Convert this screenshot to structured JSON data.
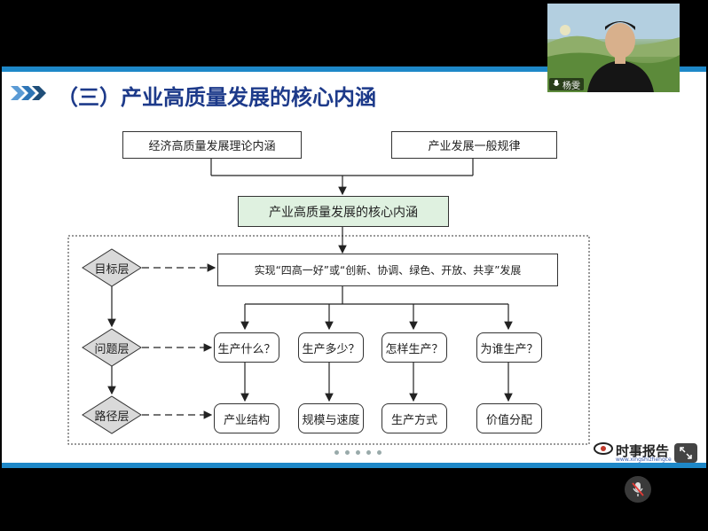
{
  "slide": {
    "title": "（三）产业高质量发展的核心内涵",
    "top_boxes": [
      "经济高质量发展理论内涵",
      "产业发展一般规律"
    ],
    "core_box": "产业高质量发展的核心内涵",
    "levels": [
      "目标层",
      "问题层",
      "路径层"
    ],
    "goal": "实现“四高一好”或“创新、协调、绿色、开放、共享”发展",
    "questions": [
      "生产什么？",
      "生产多少？",
      "怎样生产？",
      "为谁生产？"
    ],
    "paths": [
      "产业结构",
      "规模与速度",
      "生产方式",
      "价值分配"
    ],
    "pagination_dots": 5,
    "logo_text": "时事报告",
    "logo_sub": "www.xingshizhengce"
  },
  "video": {
    "participant_name": "杨雯"
  },
  "controls": {
    "mic_icon": "mic-muted-icon",
    "expand_icon": "expand-icon"
  },
  "colors": {
    "title_blue": "#1d3a8a",
    "accent_blue": "#1e88c8",
    "core_green": "#dff1e0",
    "diamond_gray": "#d9d9d9"
  }
}
